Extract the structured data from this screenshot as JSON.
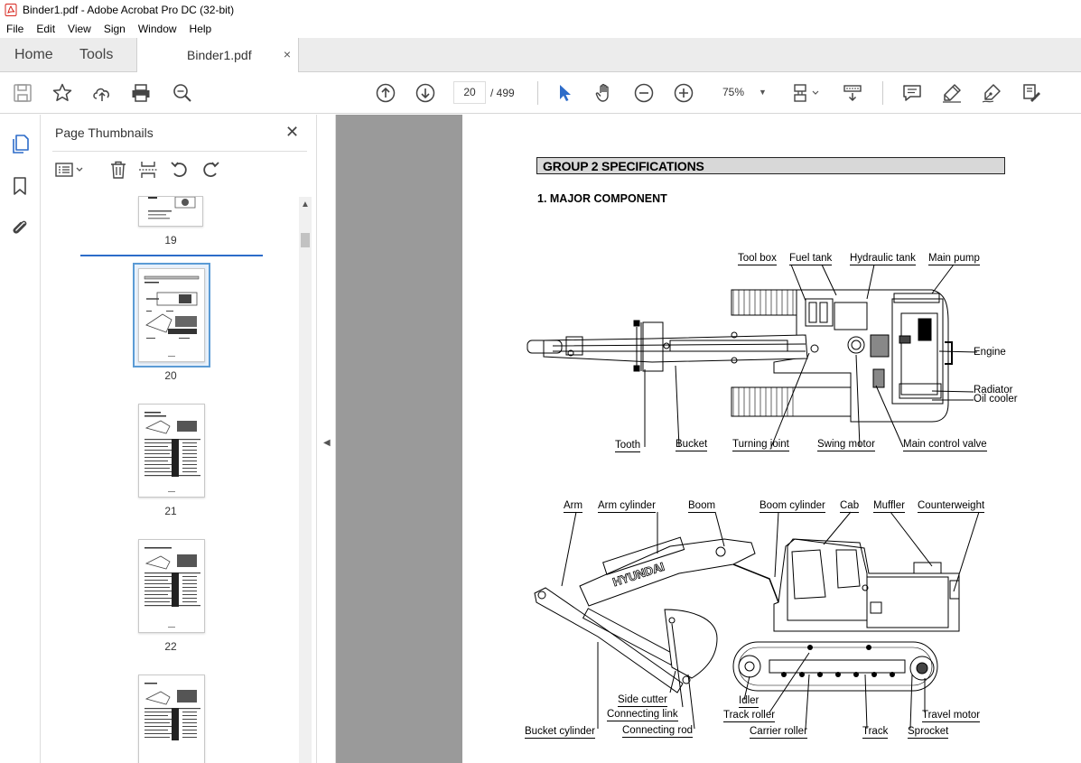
{
  "window": {
    "title": "Binder1.pdf - Adobe Acrobat Pro DC (32-bit)"
  },
  "menu": [
    "File",
    "Edit",
    "View",
    "Sign",
    "Window",
    "Help"
  ],
  "tabs": {
    "home": "Home",
    "tools": "Tools",
    "document": "Binder1.pdf",
    "close": "×"
  },
  "toolbar": {
    "current_page": "20",
    "total_pages": "/ 499",
    "zoom": "75%",
    "zoom_caret": "▼"
  },
  "thumbnail_panel": {
    "title": "Page Thumbnails",
    "close": "✕",
    "pages": [
      "19",
      "20",
      "21",
      "22"
    ]
  },
  "document": {
    "heading": "GROUP 2  SPECIFICATIONS",
    "subheading": "1.  MAJOR COMPONENT",
    "top_view_labels": {
      "tool_box": "Tool box",
      "fuel_tank": "Fuel tank",
      "hydraulic_tank": "Hydraulic tank",
      "main_pump": "Main pump",
      "engine": "Engine",
      "radiator": "Radiator",
      "oil_cooler": "Oil cooler",
      "tooth": "Tooth",
      "bucket": "Bucket",
      "turning_joint": "Turning joint",
      "swing_motor": "Swing motor",
      "main_control_valve": "Main control valve"
    },
    "side_view_labels": {
      "arm": "Arm",
      "arm_cylinder": "Arm cylinder",
      "boom": "Boom",
      "boom_cylinder": "Boom cylinder",
      "cab": "Cab",
      "muffler": "Muffler",
      "counterweight": "Counterweight",
      "side_cutter": "Side cutter",
      "connecting_link": "Connecting link",
      "bucket_cylinder": "Bucket cylinder",
      "connecting_rod": "Connecting rod",
      "idler": "Idler",
      "track_roller": "Track roller",
      "carrier_roller": "Carrier roller",
      "track": "Track",
      "sprocket": "Sprocket",
      "travel_motor": "Travel motor"
    },
    "logo_text": "HYUNDAI"
  },
  "colors": {
    "accent_red": "#d7261e",
    "selection_blue": "#5b9bd5",
    "doc_bg": "#9a9a9a",
    "nav_icon_blue": "#2d6cc9"
  }
}
